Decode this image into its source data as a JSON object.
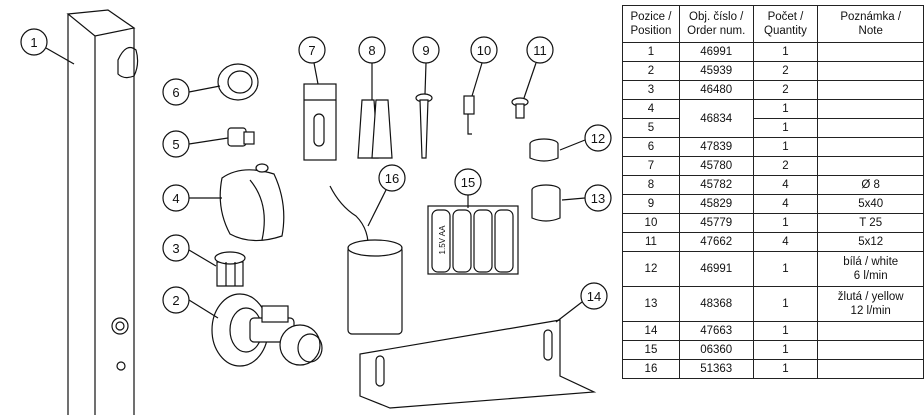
{
  "table": {
    "headers": [
      [
        "Pozice /",
        "Position"
      ],
      [
        "Obj. číslo /",
        "Order num."
      ],
      [
        "Počet /",
        "Quantity"
      ],
      [
        "Poznámka /",
        "Note"
      ]
    ],
    "rows": [
      {
        "position": "1",
        "order": "46991",
        "qty": "1",
        "note": ""
      },
      {
        "position": "2",
        "order": "45939",
        "qty": "2",
        "note": ""
      },
      {
        "position": "3",
        "order": "46480",
        "qty": "2",
        "note": ""
      },
      {
        "position": "4",
        "order": "46834",
        "qty": "1",
        "note": ""
      },
      {
        "position": "5",
        "order": "",
        "qty": "1",
        "note": ""
      },
      {
        "position": "6",
        "order": "47839",
        "qty": "1",
        "note": ""
      },
      {
        "position": "7",
        "order": "45780",
        "qty": "2",
        "note": ""
      },
      {
        "position": "8",
        "order": "45782",
        "qty": "4",
        "note": "Ø 8"
      },
      {
        "position": "9",
        "order": "45829",
        "qty": "4",
        "note": "5x40"
      },
      {
        "position": "10",
        "order": "45779",
        "qty": "1",
        "note": "T 25"
      },
      {
        "position": "11",
        "order": "47662",
        "qty": "4",
        "note": "5x12"
      },
      {
        "position": "12",
        "order": "46991",
        "qty": "1",
        "note": [
          "bílá / white",
          "6 l/min"
        ]
      },
      {
        "position": "13",
        "order": "48368",
        "qty": "1",
        "note": [
          "žlutá / yellow",
          "12 l/min"
        ]
      },
      {
        "position": "14",
        "order": "47663",
        "qty": "1",
        "note": ""
      },
      {
        "position": "15",
        "order": "06360",
        "qty": "1",
        "note": ""
      },
      {
        "position": "16",
        "order": "51363",
        "qty": "1",
        "note": ""
      }
    ]
  },
  "drawing": {
    "callouts": [
      "1",
      "2",
      "3",
      "4",
      "5",
      "6",
      "7",
      "8",
      "9",
      "10",
      "11",
      "12",
      "13",
      "14",
      "15",
      "16"
    ],
    "battery_label": "1.5V AA"
  }
}
